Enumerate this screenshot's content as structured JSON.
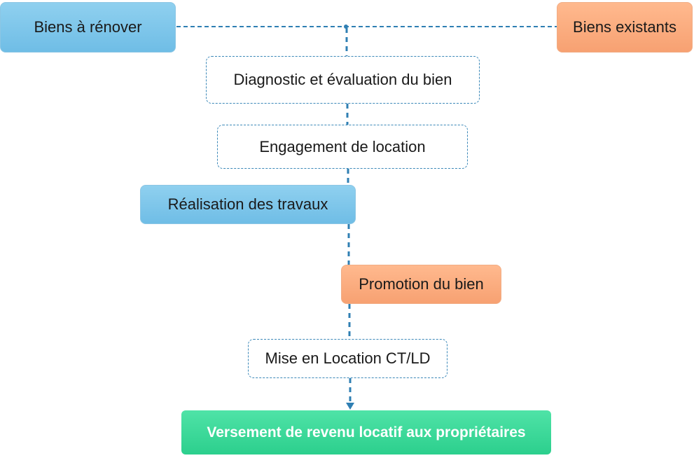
{
  "nodes": {
    "renover": {
      "label": "Biens à rénover"
    },
    "existants": {
      "label": "Biens existants"
    },
    "diagnostic": {
      "label": "Diagnostic et évaluation du bien"
    },
    "engagement": {
      "label": "Engagement de location"
    },
    "travaux": {
      "label": "Réalisation des travaux"
    },
    "promotion": {
      "label": "Promotion du bien"
    },
    "mise": {
      "label": "Mise en Location CT/LD"
    },
    "versement": {
      "label": "Versement de revenu locatif aux propriétaires"
    }
  },
  "colors": {
    "connector": "#2f7fb3",
    "blue_box": "#7cc4ea",
    "orange_box": "#f9aa7c",
    "green_box": "#35d595",
    "dashed_border": "#3b88b8"
  }
}
